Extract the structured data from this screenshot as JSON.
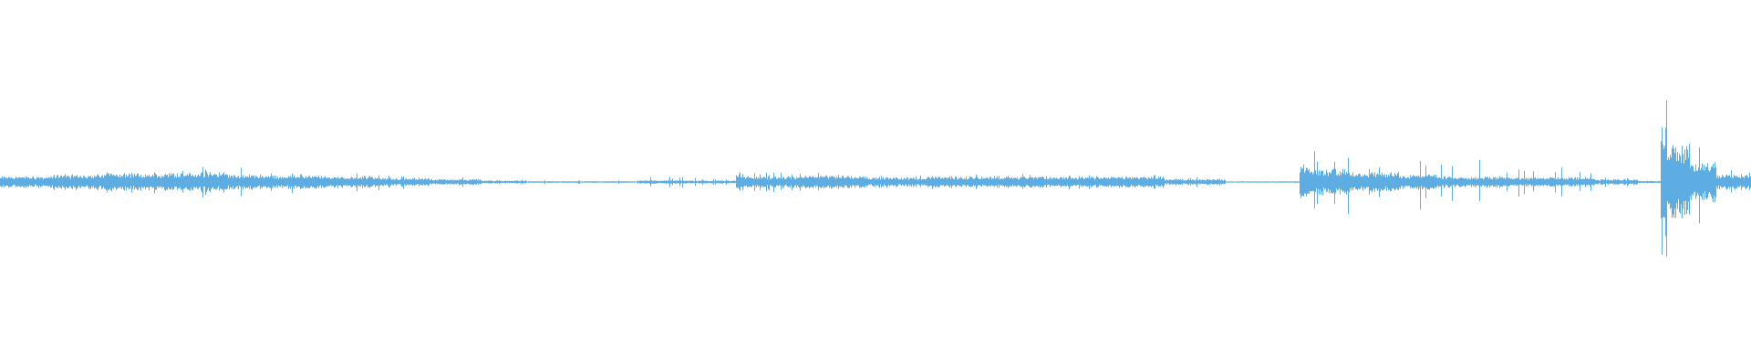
{
  "waveform": {
    "color": "#5dade2",
    "background": "#ffffff",
    "segments": [
      {
        "start": 0.0,
        "end": 0.03,
        "amp": 0.03,
        "spike": 0.035
      },
      {
        "start": 0.03,
        "end": 0.06,
        "amp": 0.04,
        "spike": 0.05
      },
      {
        "start": 0.06,
        "end": 0.065,
        "amp": 0.055,
        "spike": 0.1
      },
      {
        "start": 0.065,
        "end": 0.095,
        "amp": 0.045,
        "spike": 0.06
      },
      {
        "start": 0.095,
        "end": 0.13,
        "amp": 0.05,
        "spike": 0.08
      },
      {
        "start": 0.13,
        "end": 0.15,
        "amp": 0.04,
        "spike": 0.07
      },
      {
        "start": 0.15,
        "end": 0.185,
        "amp": 0.035,
        "spike": 0.06
      },
      {
        "start": 0.185,
        "end": 0.215,
        "amp": 0.03,
        "spike": 0.05
      },
      {
        "start": 0.215,
        "end": 0.245,
        "amp": 0.022,
        "spike": 0.04
      },
      {
        "start": 0.245,
        "end": 0.275,
        "amp": 0.015,
        "spike": 0.03
      },
      {
        "start": 0.275,
        "end": 0.3,
        "amp": 0.008,
        "spike": 0.015
      },
      {
        "start": 0.3,
        "end": 0.34,
        "amp": 0.004,
        "spike": 0.01
      },
      {
        "start": 0.34,
        "end": 0.365,
        "amp": 0.004,
        "spike": 0.01
      },
      {
        "start": 0.365,
        "end": 0.395,
        "amp": 0.01,
        "spike": 0.03
      },
      {
        "start": 0.395,
        "end": 0.42,
        "amp": 0.008,
        "spike": 0.025
      },
      {
        "start": 0.42,
        "end": 0.425,
        "amp": 0.05,
        "spike": 0.07
      },
      {
        "start": 0.425,
        "end": 0.455,
        "amp": 0.03,
        "spike": 0.05
      },
      {
        "start": 0.455,
        "end": 0.495,
        "amp": 0.035,
        "spike": 0.05
      },
      {
        "start": 0.495,
        "end": 0.53,
        "amp": 0.025,
        "spike": 0.035
      },
      {
        "start": 0.53,
        "end": 0.57,
        "amp": 0.03,
        "spike": 0.04
      },
      {
        "start": 0.57,
        "end": 0.6,
        "amp": 0.03,
        "spike": 0.04
      },
      {
        "start": 0.6,
        "end": 0.64,
        "amp": 0.028,
        "spike": 0.04
      },
      {
        "start": 0.64,
        "end": 0.665,
        "amp": 0.03,
        "spike": 0.04
      },
      {
        "start": 0.665,
        "end": 0.7,
        "amp": 0.015,
        "spike": 0.025
      },
      {
        "start": 0.7,
        "end": 0.742,
        "amp": 0.002,
        "spike": 0.005
      },
      {
        "start": 0.742,
        "end": 0.745,
        "amp": 0.09,
        "spike": 0.12
      },
      {
        "start": 0.745,
        "end": 0.77,
        "amp": 0.07,
        "spike": 0.16
      },
      {
        "start": 0.77,
        "end": 0.8,
        "amp": 0.05,
        "spike": 0.08
      },
      {
        "start": 0.8,
        "end": 0.82,
        "amp": 0.04,
        "spike": 0.14
      },
      {
        "start": 0.82,
        "end": 0.86,
        "amp": 0.03,
        "spike": 0.12
      },
      {
        "start": 0.86,
        "end": 0.91,
        "amp": 0.025,
        "spike": 0.08
      },
      {
        "start": 0.91,
        "end": 0.935,
        "amp": 0.015,
        "spike": 0.03
      },
      {
        "start": 0.935,
        "end": 0.948,
        "amp": 0.006,
        "spike": 0.01
      },
      {
        "start": 0.948,
        "end": 0.952,
        "amp": 0.28,
        "spike": 0.52
      },
      {
        "start": 0.952,
        "end": 0.965,
        "amp": 0.2,
        "spike": 0.4
      },
      {
        "start": 0.965,
        "end": 0.98,
        "amp": 0.1,
        "spike": 0.2
      },
      {
        "start": 0.98,
        "end": 1.0,
        "amp": 0.04,
        "spike": 0.06
      }
    ]
  }
}
